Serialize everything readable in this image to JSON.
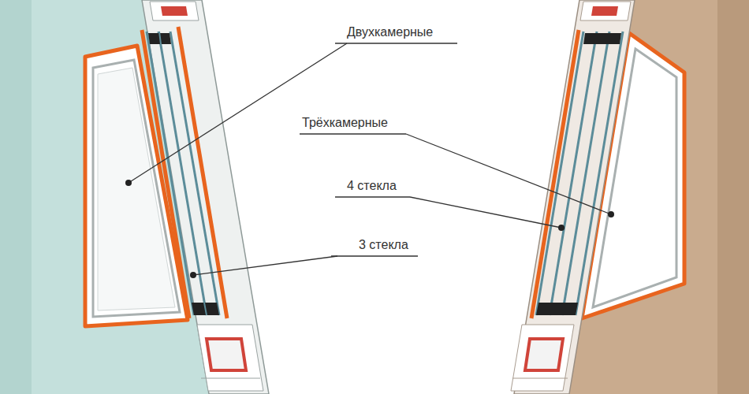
{
  "diagram": {
    "labels": [
      "Двухкамерные",
      "Трёхкамерные",
      "4 стекла",
      "3 стекла"
    ]
  }
}
